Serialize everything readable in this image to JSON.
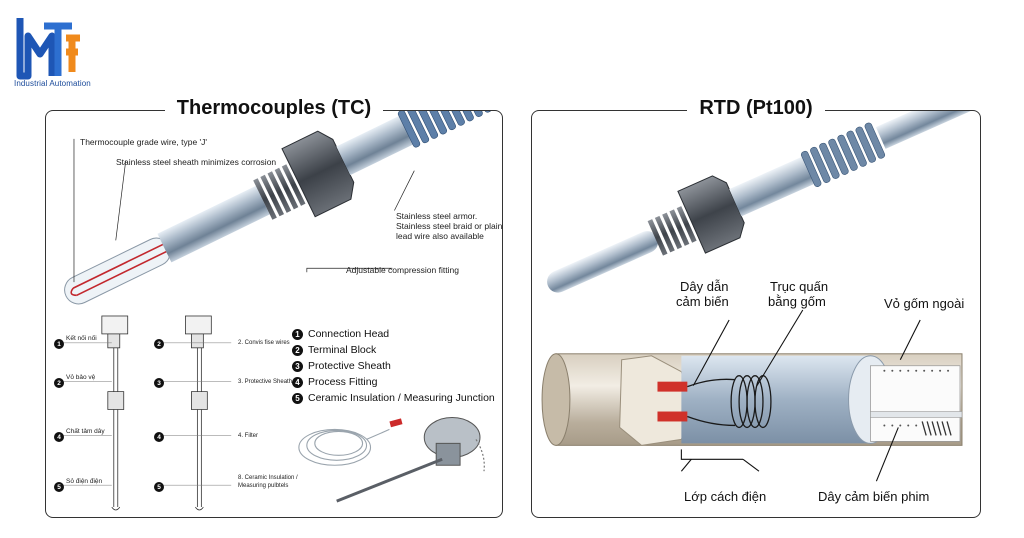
{
  "brand": {
    "caption": "Industrial Automation",
    "colors": {
      "blue": "#1e56b5",
      "orange": "#f08a1c"
    }
  },
  "tc": {
    "title": "Thermocouples (TC)",
    "callouts": {
      "wire": "Thermocouple grade wire, type 'J'",
      "sheath": "Stainless steel sheath minimizes corrosion",
      "armor_1": "Stainless steel armor.",
      "armor_2": "Stainless steel braid or plain",
      "armor_3": "lead wire also available",
      "fitting": "Adjustable compression fitting"
    },
    "legend": [
      {
        "num": "1",
        "label": "Connection Head"
      },
      {
        "num": "2",
        "label": "Terminal Block"
      },
      {
        "num": "3",
        "label": "Protective Sheath"
      },
      {
        "num": "4",
        "label": "Process Fitting"
      },
      {
        "num": "5",
        "label": "Ceramic Insulation / Measuring Junction"
      }
    ],
    "left_probe": [
      {
        "num": "1",
        "label": "Kết nối nối"
      },
      {
        "num": "2",
        "label": "Vỏ bảo vệ"
      },
      {
        "num": "4",
        "label": "Chất tảm dây"
      },
      {
        "num": "5",
        "label": "Sỏ điện điện"
      }
    ],
    "right_probe": [
      {
        "num": "2",
        "label": "2. Convis fise wires"
      },
      {
        "num": "3",
        "label": "3. Protective Sheath"
      },
      {
        "num": "4",
        "label": "4. Filter"
      },
      {
        "num": "5",
        "label": "8. Ceramic Insulation /"
      }
    ],
    "right_probe_extra": "Measuring pulbtels"
  },
  "rtd": {
    "title": "RTD (Pt100)",
    "labels": {
      "lead_1": "Dây dẫn",
      "lead_2": "cảm biến",
      "core_1": "Trục quấn",
      "core_2": "bằng gốm",
      "shell": "Vỏ gốm ngoài",
      "insulation": "Lớp cách điện",
      "element": "Dây cảm biến phim"
    }
  }
}
